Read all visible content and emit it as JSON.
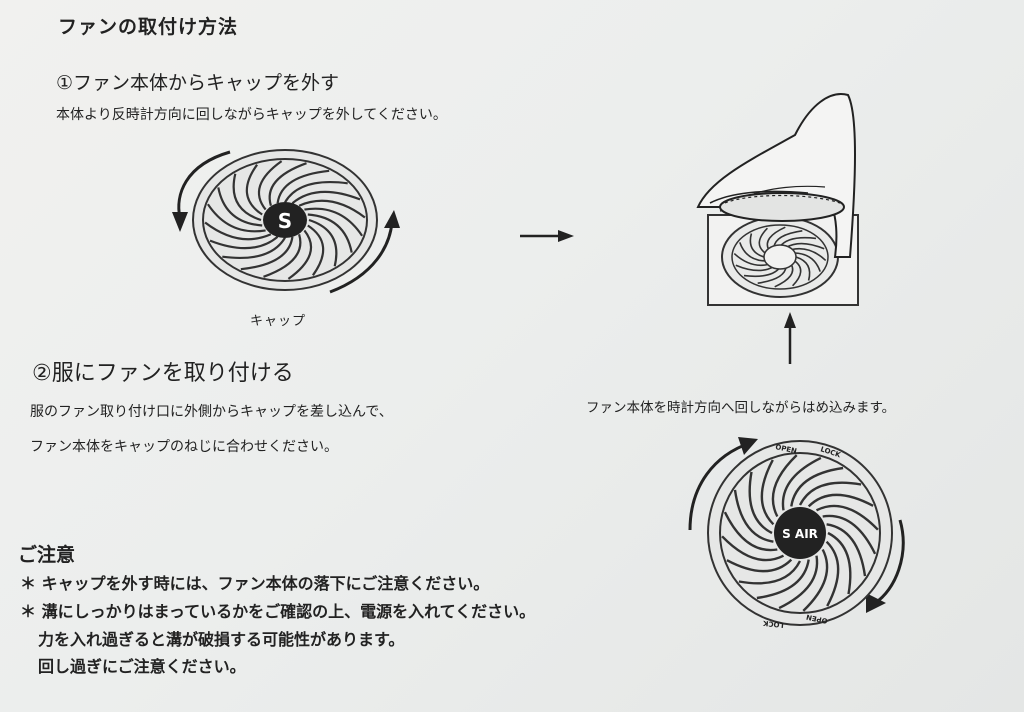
{
  "document": {
    "title": "ファンの取付け方法",
    "step1": {
      "heading": "①ファン本体からキャップを外す",
      "description": "本体より反時計方向に回しながらキャップを外してください。",
      "cap_label": "キャップ"
    },
    "step2": {
      "heading": "②服にファンを取り付ける",
      "line1": "服のファン取り付け口に外側からキャップを差し込んで、",
      "line2": "ファン本体をキャップのねじに合わせください。"
    },
    "right_caption": "ファン本体を時計方向へ回しながらはめ込みます。",
    "notes": {
      "heading": "ご注意",
      "items": [
        "＊ キャップを外す時には、ファン本体の落下にご注意ください。",
        "＊ 溝にしっかりはまっているかをご確認の上、電源を入れてください。",
        "力を入れ過ぎると溝が破損する可能性があります。",
        "回し過ぎにご注意ください。"
      ]
    }
  },
  "figures": {
    "cap_logo": "S",
    "fan_logo": "S AIR",
    "ring_open": "OPEN",
    "ring_lock": "LOCK",
    "icons": [
      "arrow-right-icon",
      "arrow-up-icon",
      "rotate-arrow-icon",
      "hand-icon"
    ]
  }
}
